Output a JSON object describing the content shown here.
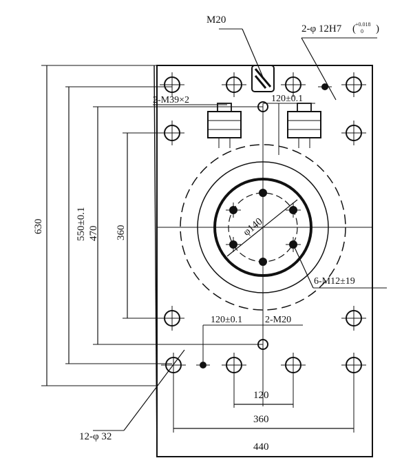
{
  "labels": {
    "thread_top": "M20",
    "dowel_holes_top": "2-φ 12H7",
    "tol_upper": "+0.018",
    "tol_lower": "0",
    "clamp_thread": "2-M39×2",
    "spacing_top": "120±0.1",
    "spacing_bottom": "120±0.1",
    "thread_bottom": "2-M20",
    "center_diameter": "φ140",
    "center_holes": "6-M12±19",
    "corner_holes": "12-φ 32"
  },
  "dimensions": {
    "overall_height": "630",
    "height_550": "550±0.1",
    "height_470": "470",
    "height_360": "360",
    "width_120": "120",
    "width_360": "360",
    "width_440": "440"
  }
}
